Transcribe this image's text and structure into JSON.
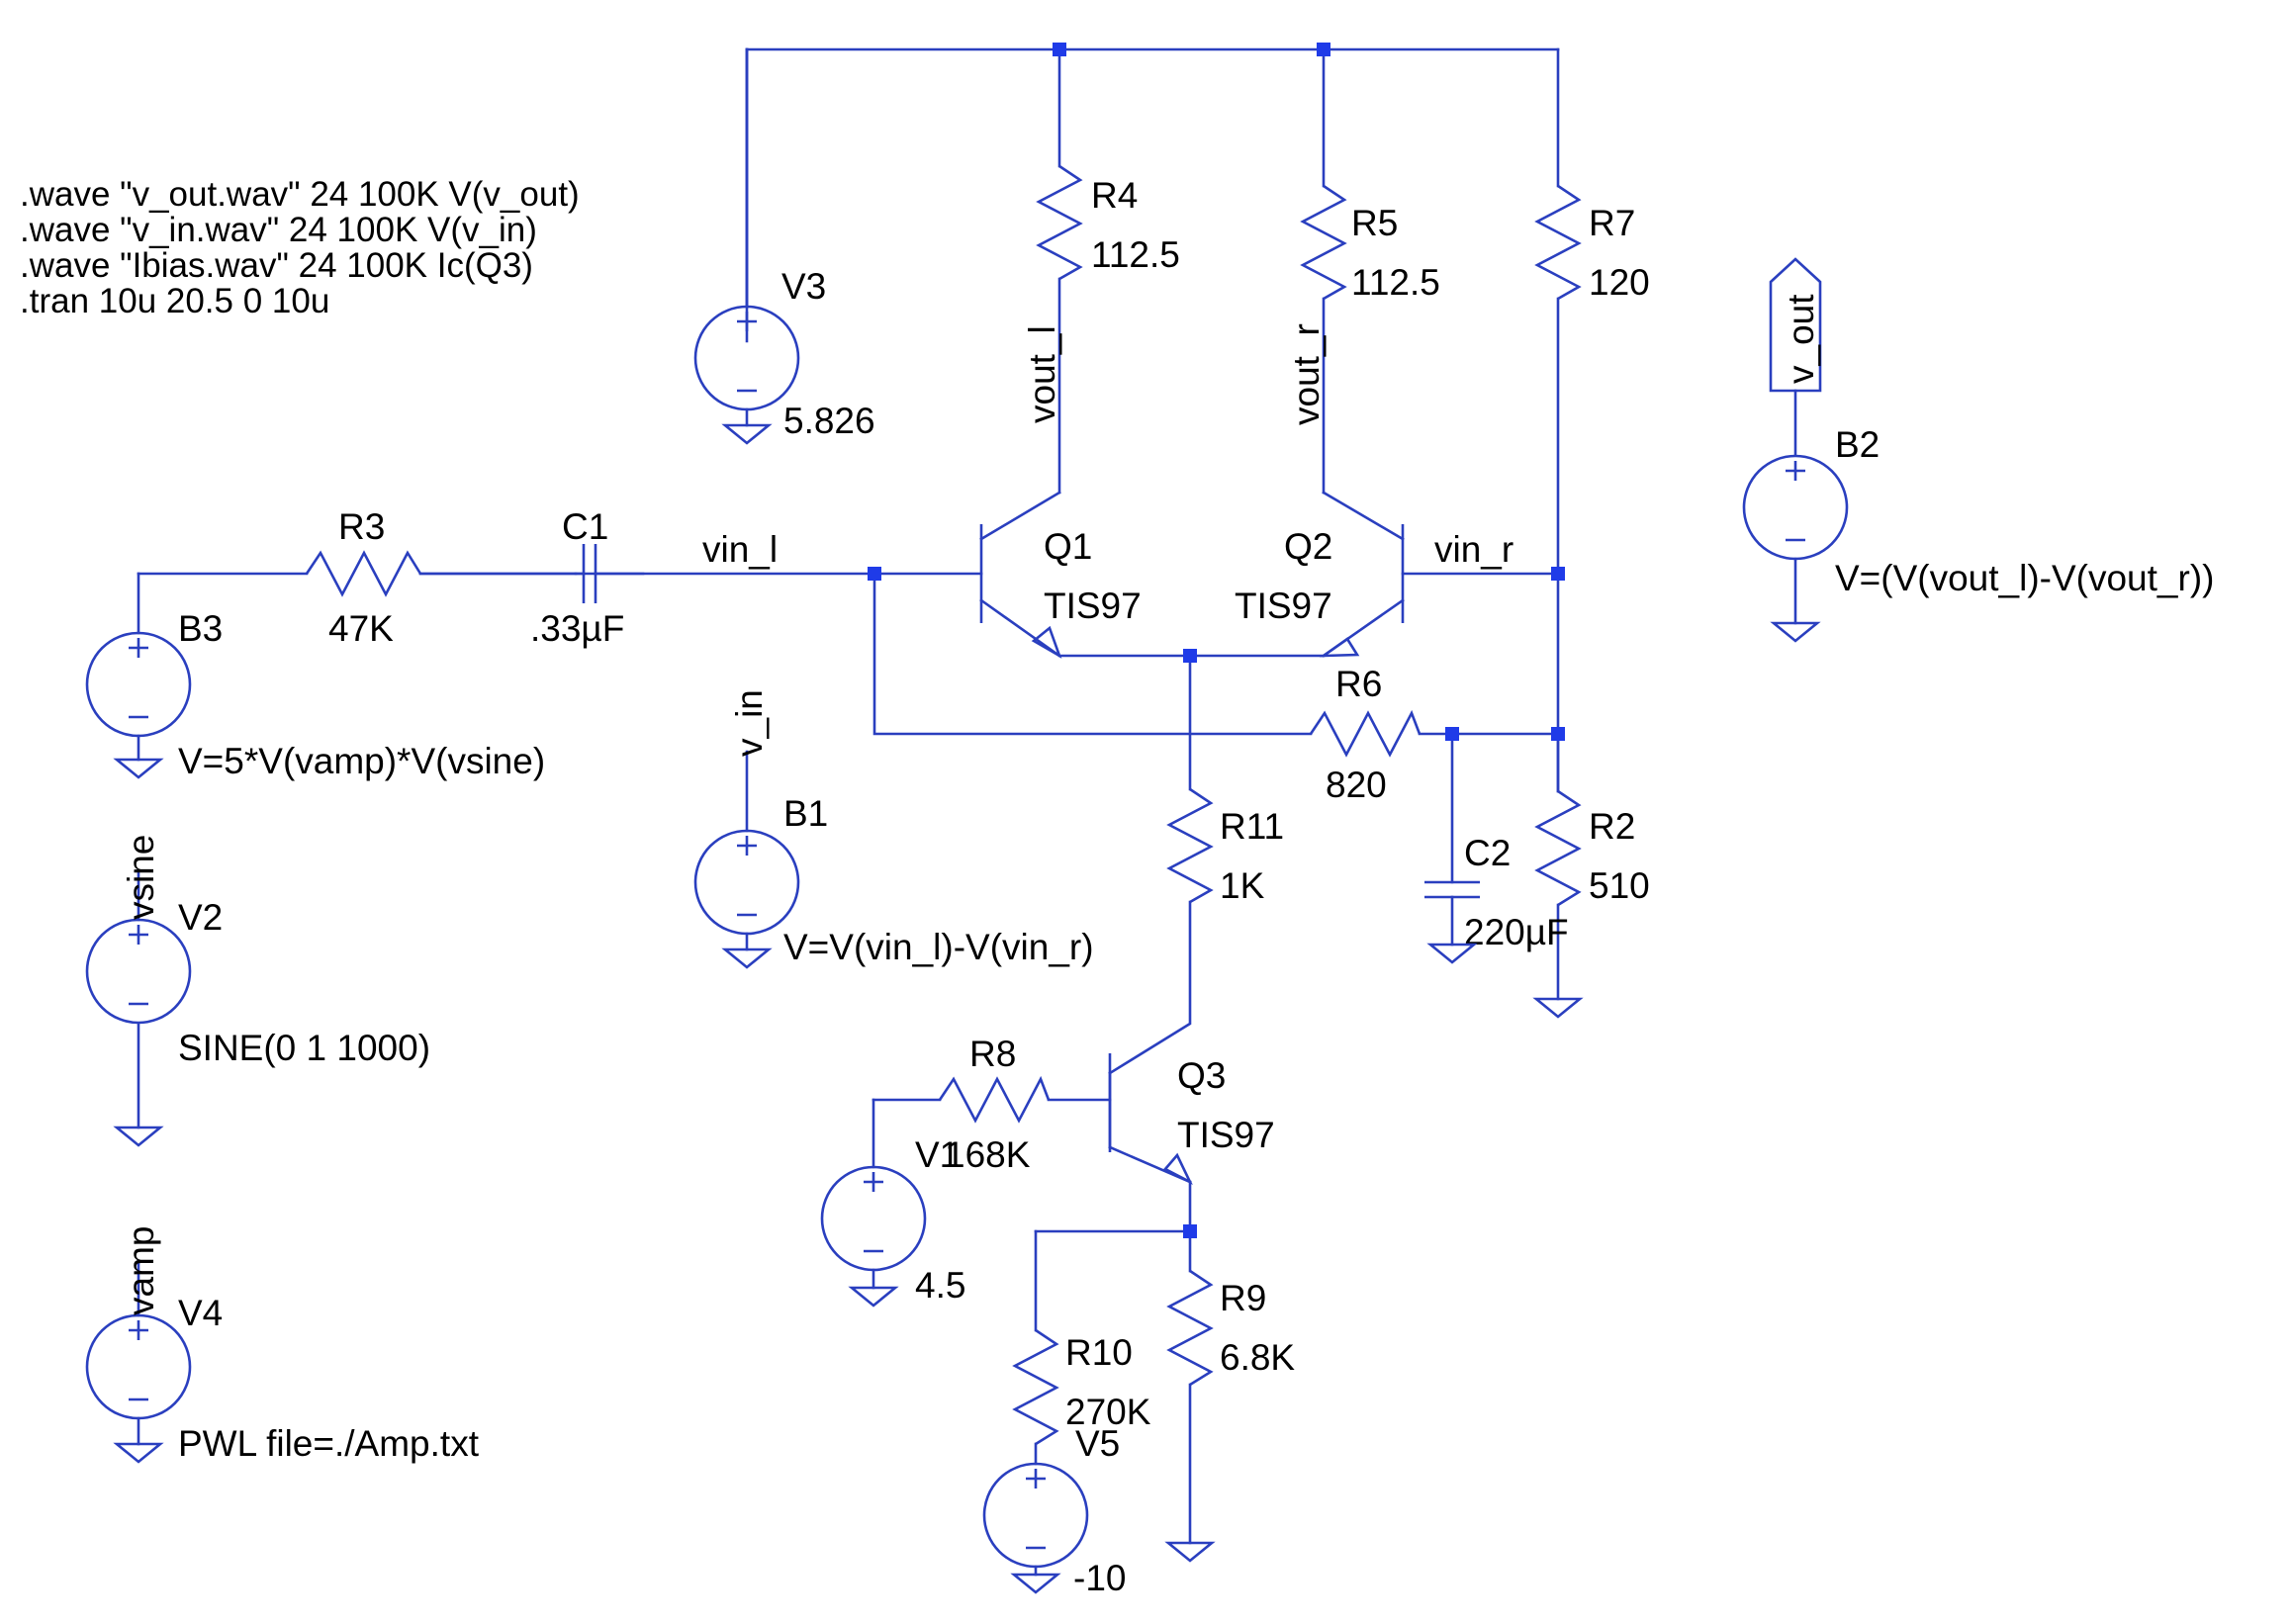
{
  "directives": [
    ".wave \"v_out.wav\" 24 100K V(v_out)",
    ".wave \"v_in.wav\" 24 100K V(v_in)",
    ".wave \"Ibias.wav\" 24 100K Ic(Q3)",
    ".tran 10u 20.5 0 10u"
  ],
  "components": {
    "R4": {
      "name": "R4",
      "value": "112.5"
    },
    "R5": {
      "name": "R5",
      "value": "112.5"
    },
    "R7": {
      "name": "R7",
      "value": "120"
    },
    "R3": {
      "name": "R3",
      "value": "47K"
    },
    "C1": {
      "name": "C1",
      "value": ".33µF"
    },
    "R6": {
      "name": "R6",
      "value": "820"
    },
    "R11": {
      "name": "R11",
      "value": "1K"
    },
    "C2": {
      "name": "C2",
      "value": "220µF"
    },
    "R2": {
      "name": "R2",
      "value": "510"
    },
    "R8": {
      "name": "R8",
      "value": "168K"
    },
    "R9": {
      "name": "R9",
      "value": "6.8K"
    },
    "R10": {
      "name": "R10",
      "value": "270K"
    },
    "Q1": {
      "name": "Q1",
      "model": "TIS97"
    },
    "Q2": {
      "name": "Q2",
      "model": "TIS97"
    },
    "Q3": {
      "name": "Q3",
      "model": "TIS97"
    },
    "V3": {
      "name": "V3",
      "value": "5.826"
    },
    "V2": {
      "name": "V2",
      "value": "SINE(0 1 1000)"
    },
    "V4": {
      "name": "V4",
      "value": "PWL file=./Amp.txt"
    },
    "V1": {
      "name": "V1",
      "value": "4.5"
    },
    "V5": {
      "name": "V5",
      "value": "-10"
    },
    "B1": {
      "name": "B1",
      "value": "V=V(vin_l)-V(vin_r)"
    },
    "B2": {
      "name": "B2",
      "value": "V=(V(vout_l)-V(vout_r))"
    },
    "B3": {
      "name": "B3",
      "value": "V=5*V(vamp)*V(vsine)"
    }
  },
  "nets": {
    "vout_l": "vout_l",
    "vout_r": "vout_r",
    "vin_l": "vin_l",
    "vin_r": "vin_r",
    "v_in": "v_in",
    "v_out": "v_out",
    "vsine": "vsine",
    "vamp": "vamp"
  },
  "colors": {
    "wire": "#2a3fbf",
    "junction": "#1f3be8",
    "text": "#000000"
  }
}
